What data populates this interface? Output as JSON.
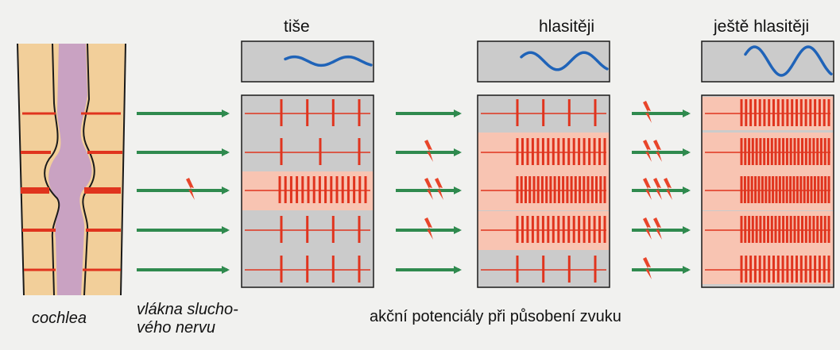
{
  "labels": {
    "quiet": "tiše",
    "louder": "hlasitěji",
    "even_louder": "ještě hlasitěji",
    "cochlea": "cochlea",
    "nerve_fibers_line1": "vlákna slucho-",
    "nerve_fibers_line2": "vého nervu",
    "action_potentials": "akční potenciály při působení zvuku"
  },
  "colors": {
    "background": "#f1f1ef",
    "cochlea_fill": "#f2cf9a",
    "membrane": "#c9a2c2",
    "arrow": "#2f8a4e",
    "spike": "#e0341e",
    "lightning": "#e8452a",
    "wave": "#1f63b8",
    "panel_gray": "#cbcbcb",
    "panel_active": "#f8c4b2"
  },
  "stimulus_wave": {
    "quiet": {
      "amplitude": 0.3
    },
    "louder": {
      "amplitude": 0.6
    },
    "even_louder": {
      "amplitude": 1.0
    }
  },
  "conditions": [
    {
      "name": "quiet",
      "active_fibers": [
        2
      ],
      "fibers": [
        {
          "spikes": 4,
          "lightning": 0
        },
        {
          "spikes": 3,
          "lightning": 0
        },
        {
          "spikes": 16,
          "lightning": 1
        },
        {
          "spikes": 4,
          "lightning": 0
        },
        {
          "spikes": 4,
          "lightning": 0
        }
      ]
    },
    {
      "name": "louder",
      "active_fibers": [
        1,
        2,
        3
      ],
      "fibers": [
        {
          "spikes": 4,
          "lightning": 0
        },
        {
          "spikes": 18,
          "lightning": 1
        },
        {
          "spikes": 22,
          "lightning": 2
        },
        {
          "spikes": 18,
          "lightning": 1
        },
        {
          "spikes": 4,
          "lightning": 0
        }
      ]
    },
    {
      "name": "even_louder",
      "active_fibers": [
        0,
        1,
        2,
        3,
        4
      ],
      "fibers": [
        {
          "spikes": 20,
          "lightning": 1
        },
        {
          "spikes": 24,
          "lightning": 2
        },
        {
          "spikes": 26,
          "lightning": 3
        },
        {
          "spikes": 24,
          "lightning": 2
        },
        {
          "spikes": 20,
          "lightning": 1
        }
      ]
    }
  ]
}
